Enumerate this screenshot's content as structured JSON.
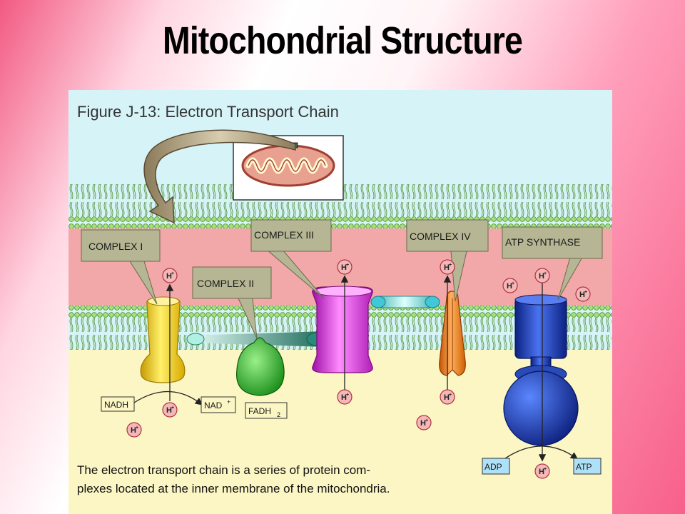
{
  "slide": {
    "title": "Mitochondrial Structure"
  },
  "figure": {
    "title": "Figure J-13: Electron Transport Chain",
    "labels": {
      "complex_1": "COMPLEX I",
      "complex_2": "COMPLEX II",
      "complex_3": "COMPLEX III",
      "complex_4": "COMPLEX IV",
      "atp_synthase": "ATP SYNTHASE"
    },
    "molecules": {
      "nadh": "NADH",
      "nad_plus": "NAD",
      "nad_sup": "+",
      "fadh2": "FADH",
      "fadh2_sub": "2",
      "adp": "ADP",
      "atp": "ATP"
    },
    "proton": {
      "symbol": "H",
      "charge": "+"
    },
    "caption": [
      "The electron transport chain is a series of protein com-",
      "plexes located at the inner membrane of the mitochondria."
    ],
    "colors": {
      "complex_1": "#f2cc10",
      "complex_2": "#3cb43c",
      "complex_3": "#e040e0",
      "complex_4": "#f07820",
      "atp_synthase": "#1c3aa8",
      "membrane": "#a6e07a",
      "intermembrane_space": "#f2a8a8",
      "matrix": "#fbf6c4",
      "label_box": "#b6b694"
    }
  }
}
